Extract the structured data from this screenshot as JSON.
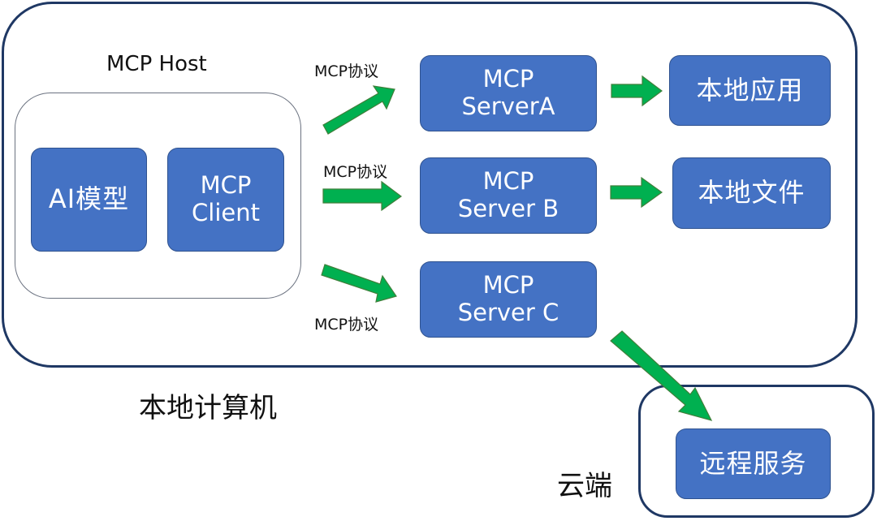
{
  "frames": {
    "local_computer": "本地计算机",
    "cloud": "云端",
    "host": "MCP Host"
  },
  "host_nodes": {
    "ai_model": "AI模型",
    "client_line1": "MCP",
    "client_line2": "Client"
  },
  "servers": [
    {
      "line1": "MCP",
      "line2": "ServerA"
    },
    {
      "line1": "MCP",
      "line2": "Server B"
    },
    {
      "line1": "MCP",
      "line2": "Server C"
    }
  ],
  "resources": {
    "local_app": "本地应用",
    "local_file": "本地文件",
    "remote_service": "远程服务"
  },
  "protocol_labels": [
    "MCP协议",
    "MCP协议",
    "MCP协议"
  ],
  "colors": {
    "node_fill": "#4472c4",
    "node_border": "#2f528f",
    "arrow_fill": "#00b050",
    "frame_border": "#1f3864",
    "host_border": "#6b7280"
  }
}
